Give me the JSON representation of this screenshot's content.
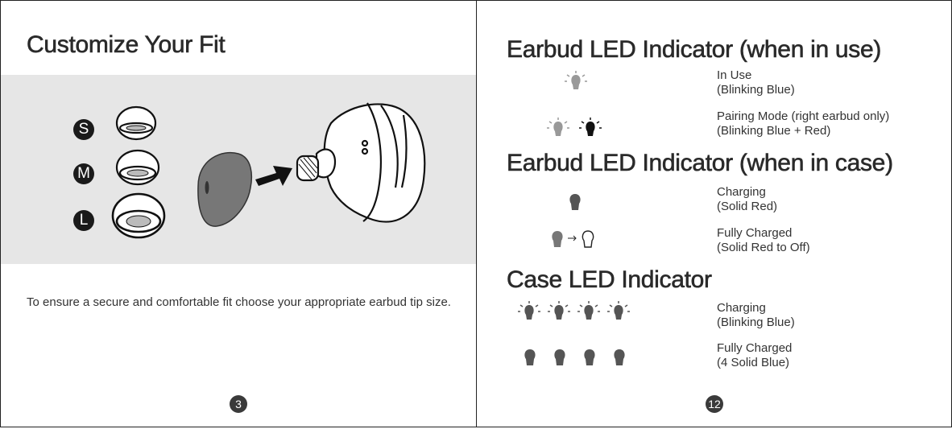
{
  "left_page": {
    "title": "Customize Your Fit",
    "sizes": [
      "S",
      "M",
      "L"
    ],
    "body": "To ensure a secure and comfortable fit choose your appropriate earbud tip size.",
    "page_number": "3"
  },
  "right_page": {
    "sections": [
      {
        "title": "Earbud LED Indicator (when in use)",
        "items": [
          {
            "label": "In Use",
            "sub": "(Blinking Blue)",
            "icons": [
              "bulb-blink-light"
            ]
          },
          {
            "label": "Pairing Mode (right earbud only)",
            "sub": "(Blinking Blue + Red)",
            "icons": [
              "bulb-blink-light",
              "bulb-blink-dark"
            ]
          }
        ]
      },
      {
        "title": "Earbud LED Indicator (when in case)",
        "items": [
          {
            "label": "Charging",
            "sub": "(Solid Red)",
            "icons": [
              "bulb-solid-dark"
            ]
          },
          {
            "label": "Fully Charged",
            "sub": "(Solid Red to Off)",
            "icons": [
              "bulb-solid-gray",
              "arrow-right",
              "bulb-off"
            ]
          }
        ]
      },
      {
        "title": "Case LED Indicator",
        "items": [
          {
            "label": "Charging",
            "sub": "(Blinking Blue)",
            "icons": [
              "bulb-blink-dark",
              "bulb-blink-dark",
              "bulb-blink-dark",
              "bulb-blink-dark"
            ]
          },
          {
            "label": "Fully Charged",
            "sub": "(4 Solid Blue)",
            "icons": [
              "bulb-solid-dark",
              "bulb-solid-dark",
              "bulb-solid-dark",
              "bulb-solid-dark"
            ]
          }
        ]
      }
    ],
    "page_number": "12"
  }
}
